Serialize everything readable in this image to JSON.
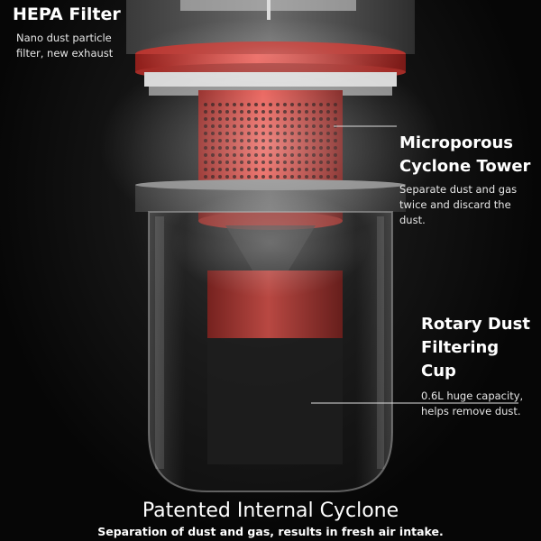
{
  "callouts": {
    "hepa": {
      "title": "HEPA Filter",
      "line1": "Nano dust particle",
      "line2": "filter,  new exhaust"
    },
    "tower": {
      "title1": "Microporous",
      "title2": "Cyclone Tower",
      "line1": "Separate dust and gas",
      "line2": "twice and discard the dust."
    },
    "cup": {
      "title1": "Rotary Dust",
      "title2": "Filtering Cup",
      "line1": "0.6L huge capacity,",
      "line2": "helps remove dust."
    }
  },
  "footer": {
    "title": "Patented Internal Cyclone",
    "subtitle": "Separation of dust and gas, results in fresh air intake."
  },
  "colors": {
    "accent_red": "#e0443c",
    "background": "#070707",
    "text": "#ffffff"
  }
}
